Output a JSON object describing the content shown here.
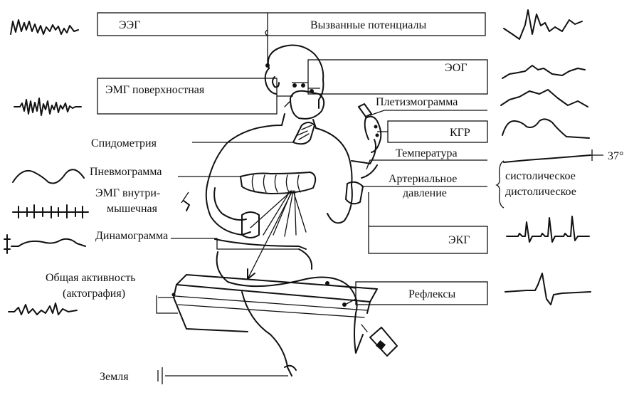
{
  "labels": {
    "eeg": "ЭЭГ",
    "evoked": "Вызванные потенциалы",
    "eog": "ЭОГ",
    "emg_surface": "ЭМГ поверхностная",
    "plethysmogram": "Плетизмограмма",
    "spirometry": "Спидометрия",
    "gsr": "КГР",
    "temperature": "Температура",
    "temp_value": "37°",
    "pneumogram": "Пневмограмма",
    "bp_line1": "Артериальное",
    "bp_line2": "давление",
    "systolic": "систолическое",
    "diastolic": "дистолическое",
    "emg_intra_line1": "ЭМГ внутри-",
    "emg_intra_line2": "мышечная",
    "dynamogram": "Динамограмма",
    "ecg": "ЭКГ",
    "activity_line1": "Общая активность",
    "activity_line2": "(актография)",
    "reflexes": "Рефлексы",
    "ground": "Земля"
  },
  "colors": {
    "ink": "#111111",
    "background": "#ffffff"
  },
  "icons": [
    "ground-symbol-icon",
    "thermometer-tick-icon",
    "syringe-icon",
    "electrode-icon"
  ]
}
